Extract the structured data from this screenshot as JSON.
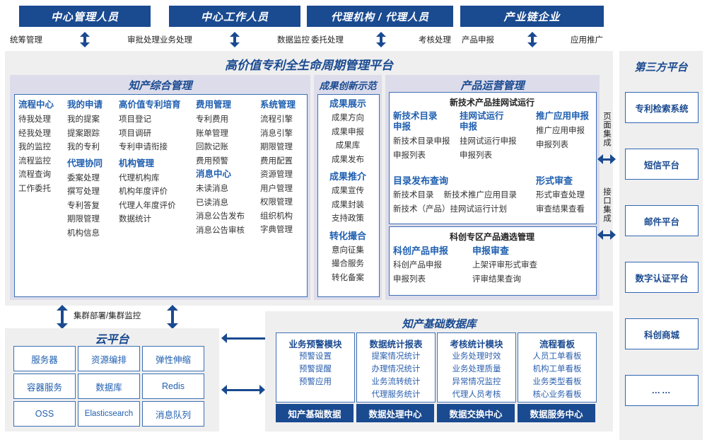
{
  "roles": [
    {
      "title": "中心管理人员",
      "left_action": "统筹管理",
      "right_action": "审批处理"
    },
    {
      "title": "中心工作人员",
      "left_action": "业务处理",
      "right_action": "数据监控"
    },
    {
      "title": "代理机构 / 代理人员",
      "left_action": "委托处理",
      "right_action": "考核处理"
    },
    {
      "title": "产业链企业",
      "left_action": "产品申报",
      "right_action": "应用推广"
    }
  ],
  "platform": {
    "title": "高价值专利全生命周期管理平台"
  },
  "sections": {
    "ip_mgmt": {
      "title": "知产综合管理",
      "columns": [
        {
          "groups": [
            {
              "head": "流程中心",
              "items": [
                "待我处理",
                "经我处理",
                "我的监控",
                "流程监控",
                "流程查询",
                "工作委托"
              ]
            }
          ]
        },
        {
          "groups": [
            {
              "head": "我的申请",
              "items": [
                "我的提案",
                "提案跟踪",
                "我的专利"
              ]
            },
            {
              "head": "代理协同",
              "items": [
                "委案处理",
                "撰写处理",
                "专利答复",
                "期限管理",
                "机构信息"
              ]
            }
          ]
        },
        {
          "groups": [
            {
              "head": "高价值专利培育",
              "items": [
                "项目登记",
                "项目调研",
                "专利申请衔接"
              ]
            },
            {
              "head": "机构管理",
              "items": [
                "代理机构库",
                "机构年度评价",
                "代理人年度评价",
                "数据统计"
              ]
            }
          ]
        },
        {
          "groups": [
            {
              "head": "费用管理",
              "items": [
                "专利费用",
                "账单管理",
                "回款记账",
                "费用预警"
              ]
            },
            {
              "head": "消息中心",
              "items": [
                "未读消息",
                "已读消息",
                "消息公告发布",
                "消息公告审核"
              ]
            }
          ]
        },
        {
          "groups": [
            {
              "head": "系统管理",
              "items": [
                "流程引擎",
                "消息引擎",
                "期限管理",
                "费用配置",
                "资源管理",
                "用户管理",
                "权限管理",
                "组织机构",
                "字典管理"
              ]
            }
          ]
        }
      ]
    },
    "innovation": {
      "title": "成果创新示范",
      "groups": [
        {
          "head": "成果展示",
          "items": [
            "成果方向",
            "成果申报",
            "成果库",
            "成果发布"
          ]
        },
        {
          "head": "成果推介",
          "items": [
            "成果宣传",
            "成果封装",
            "支持政策"
          ]
        },
        {
          "head": "转化撮合",
          "items": [
            "意向征集",
            "撮合服务",
            "转化备案"
          ]
        }
      ]
    },
    "product_ops": {
      "title": "产品运营管理",
      "box1": {
        "subtitle": "新技术产品挂网试运行",
        "row1": [
          {
            "head": "新技术目录申报",
            "items": [
              "新技术目录申报",
              "申报列表"
            ]
          },
          {
            "head": "挂网试运行申报",
            "items": [
              "挂网试运行申报",
              "申报列表"
            ]
          },
          {
            "head": "推广应用申报",
            "items": [
              "推广应用申报",
              "申报列表"
            ]
          }
        ],
        "row2_left_head": "目录发布查询",
        "row2_left_items": [
          "新技术目录",
          "新技术推广应用目录",
          "新技术（产品）挂网试运行计划"
        ],
        "row2_right_head": "形式审查",
        "row2_right_items": [
          "形式审查处理",
          "审查结果查看"
        ]
      },
      "box2": {
        "subtitle": "科创专区产品遴选管理",
        "cols": [
          {
            "head": "科创产品申报",
            "items": [
              "科创产品申报",
              "申报列表"
            ]
          },
          {
            "head": "申报审查",
            "items": [
              "上架评审形式审查",
              "评审结果查询"
            ]
          }
        ]
      }
    },
    "third_party": {
      "title": "第三方平台",
      "integration_labels": [
        "页面集成",
        "接口集成"
      ],
      "items": [
        "专利检索系统",
        "短信平台",
        "邮件平台",
        "数字认证平台",
        "科创商城",
        "……"
      ]
    },
    "cloud": {
      "title": "云平台",
      "caption": "集群部署/集群监控",
      "cells": [
        "服务器",
        "资源编排",
        "弹性伸缩",
        "容器服务",
        "数据库",
        "Redis",
        "OSS",
        "Elasticsearch",
        "消息队列"
      ]
    },
    "database": {
      "title": "知产基础数据库",
      "modules": [
        {
          "head": "业务预警模块",
          "items": [
            "预警设置",
            "预警提醒",
            "预警应用"
          ],
          "footer": "知产基础数据"
        },
        {
          "head": "数据统计报表",
          "items": [
            "提案情况统计",
            "办理情况统计",
            "业务流转统计",
            "代理服务统计"
          ],
          "footer": "数据处理中心"
        },
        {
          "head": "考核统计模块",
          "items": [
            "业务处理时效",
            "业务处理质量",
            "异常情况监控",
            "代理人员考核"
          ],
          "footer": "数据交换中心"
        },
        {
          "head": "流程看板",
          "items": [
            "人员工单看板",
            "机构工单看板",
            "业务类型看板",
            "核心业务看板"
          ],
          "footer": "数据服务中心"
        }
      ]
    }
  },
  "colors": {
    "navy": "#1a4a90",
    "blue": "#1f5fb0",
    "lavender": "#dcdceb",
    "panel": "#efefef"
  }
}
